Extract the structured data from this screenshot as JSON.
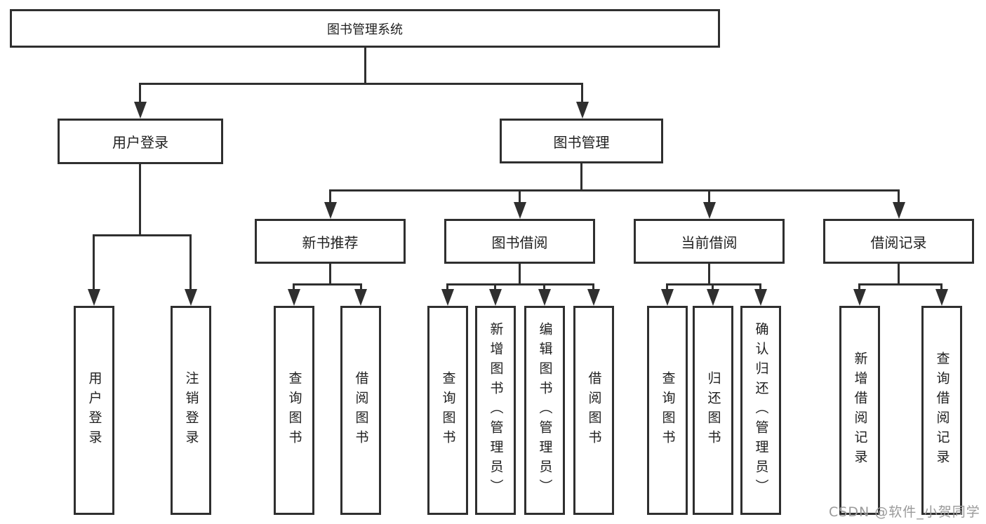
{
  "diagram": {
    "title": "图书管理系统",
    "root": {
      "label": "图书管理系统"
    },
    "level1": [
      {
        "id": "user-login",
        "label": "用户登录"
      },
      {
        "id": "book-management",
        "label": "图书管理"
      }
    ],
    "level2": [
      {
        "id": "new-book-recommend",
        "label": "新书推荐"
      },
      {
        "id": "book-borrowing",
        "label": "图书借阅"
      },
      {
        "id": "current-borrowing",
        "label": "当前借阅"
      },
      {
        "id": "borrowing-records",
        "label": "借阅记录"
      }
    ],
    "leaves": [
      {
        "parent": "用户登录",
        "label": "用户登录"
      },
      {
        "parent": "用户登录",
        "label": "注销登录"
      },
      {
        "parent": "新书推荐",
        "label": "查询图书"
      },
      {
        "parent": "新书推荐",
        "label": "借阅图书"
      },
      {
        "parent": "图书借阅",
        "label": "查询图书"
      },
      {
        "parent": "图书借阅",
        "label": "新增图书（管理员）"
      },
      {
        "parent": "图书借阅",
        "label": "编辑图书（管理员）"
      },
      {
        "parent": "图书借阅",
        "label": "借阅图书"
      },
      {
        "parent": "当前借阅",
        "label": "查询图书"
      },
      {
        "parent": "当前借阅",
        "label": "归还图书"
      },
      {
        "parent": "当前借阅",
        "label": "确认归还（管理员）"
      },
      {
        "parent": "借阅记录",
        "label": "新增借阅记录"
      },
      {
        "parent": "借阅记录",
        "label": "查询借阅记录"
      }
    ],
    "colors": {
      "line": "#2f2f2f",
      "box_background": "#ffffff",
      "text": "#1f1f1f",
      "watermark": "#9a9a9a"
    },
    "watermark": "CSDN @软件_小贺同学"
  }
}
